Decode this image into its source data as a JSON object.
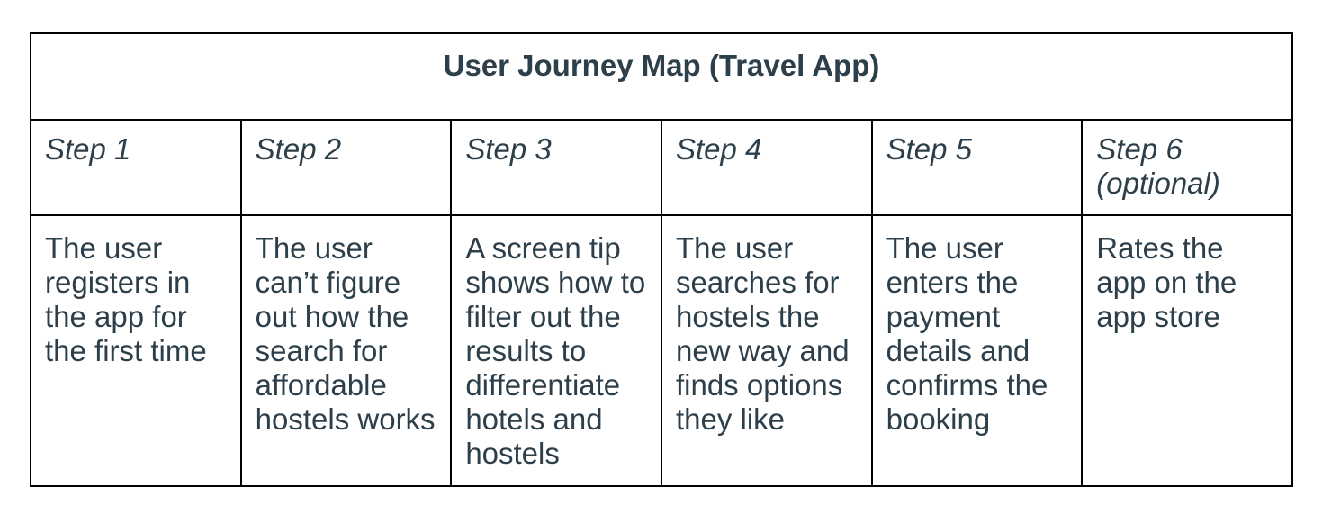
{
  "title": "User Journey Map (Travel App)",
  "steps": [
    {
      "label": "Step 1",
      "description": "The user registers in the app for the first time"
    },
    {
      "label": "Step 2",
      "description": "The user can’t figure out how the search for affordable hostels works"
    },
    {
      "label": "Step 3",
      "description": "A screen tip shows how to filter out the results to differentiate hotels and hostels"
    },
    {
      "label": "Step 4",
      "description": "The user searches for hostels the new way and finds options they like"
    },
    {
      "label": "Step 5",
      "description": "The user enters the payment details and confirms the booking"
    },
    {
      "label": "Step 6 (optional)",
      "description": "Rates the app on the app store"
    }
  ],
  "colors": {
    "text": "#2d3f4a",
    "border": "#000000",
    "background": "#ffffff"
  }
}
